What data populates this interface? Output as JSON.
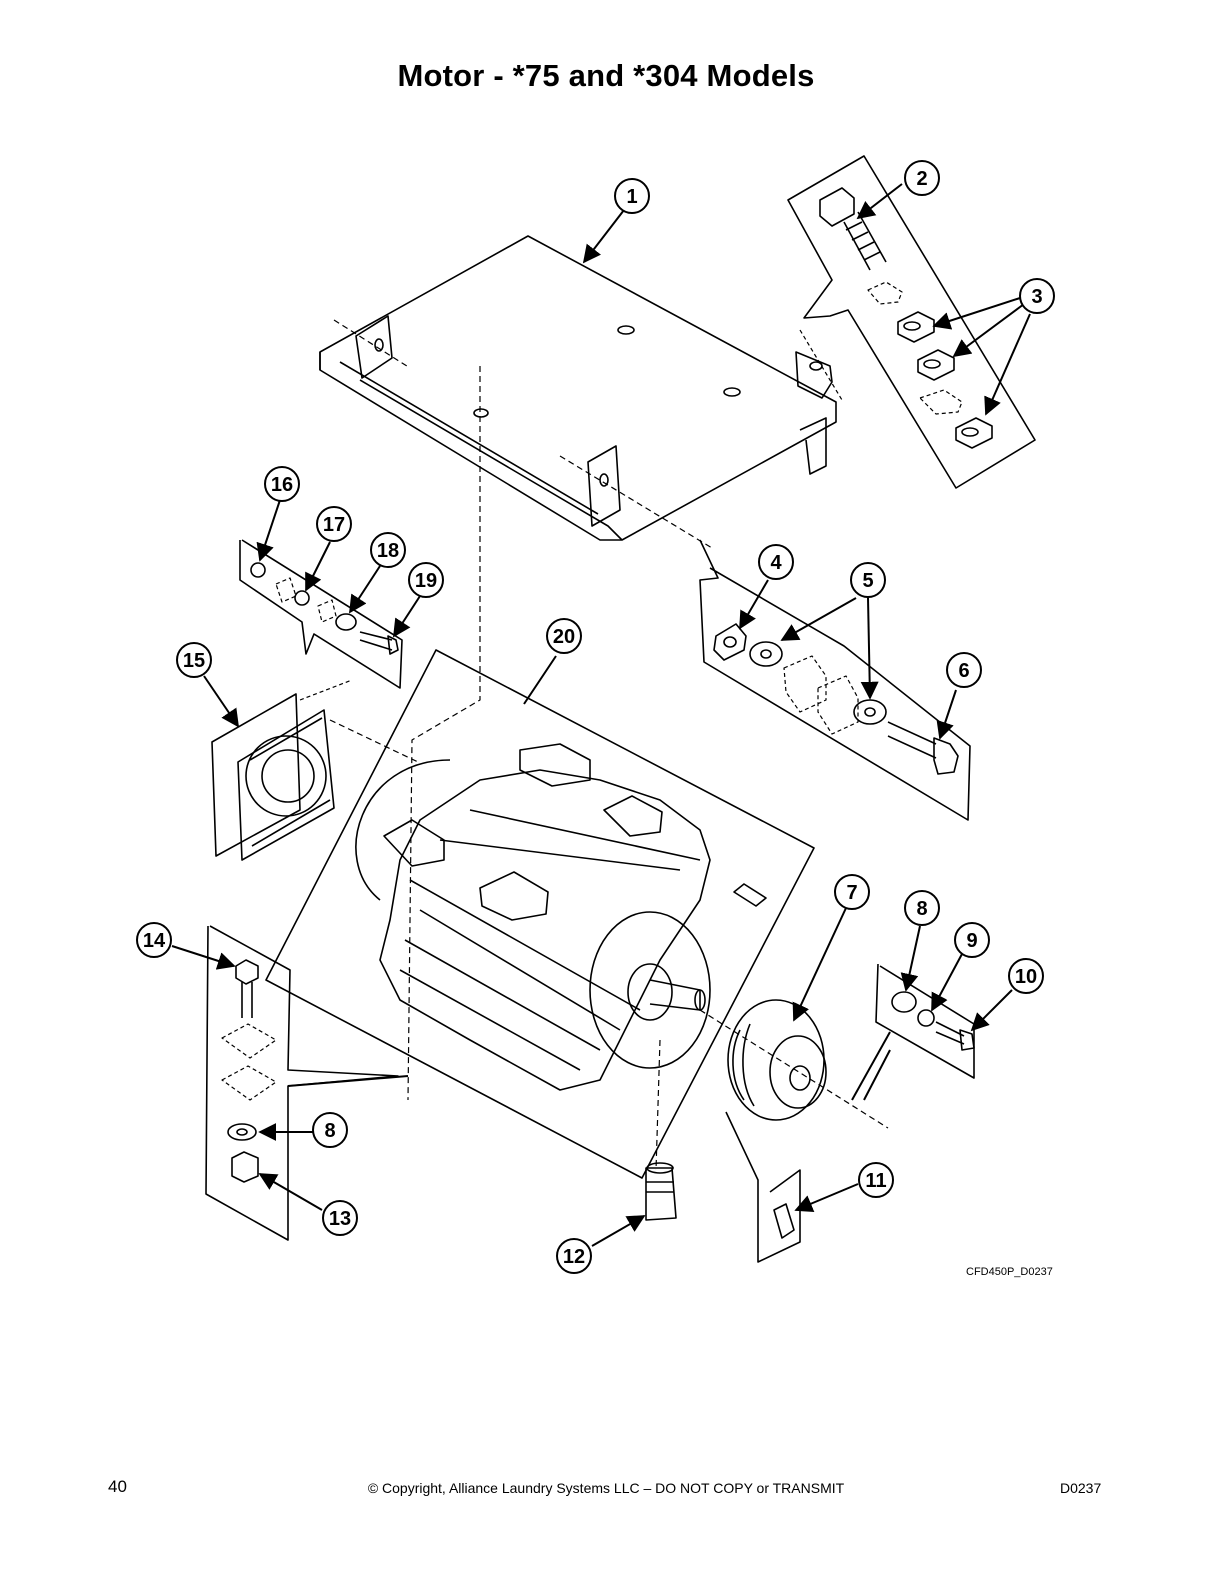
{
  "page": {
    "title": "Motor - *75 and *304 Models",
    "figure_ref": "CFD450P_D0237",
    "page_number": "40",
    "copyright": "© Copyright, Alliance Laundry Systems LLC – DO NOT COPY or TRANSMIT",
    "doc_code": "D0237"
  },
  "callouts": [
    {
      "id": "c1",
      "label": "1"
    },
    {
      "id": "c2",
      "label": "2"
    },
    {
      "id": "c3",
      "label": "3"
    },
    {
      "id": "c4",
      "label": "4"
    },
    {
      "id": "c5",
      "label": "5"
    },
    {
      "id": "c6",
      "label": "6"
    },
    {
      "id": "c7",
      "label": "7"
    },
    {
      "id": "c8a",
      "label": "8"
    },
    {
      "id": "c9",
      "label": "9"
    },
    {
      "id": "c10",
      "label": "10"
    },
    {
      "id": "c11",
      "label": "11"
    },
    {
      "id": "c12",
      "label": "12"
    },
    {
      "id": "c8b",
      "label": "8"
    },
    {
      "id": "c13",
      "label": "13"
    },
    {
      "id": "c14",
      "label": "14"
    },
    {
      "id": "c15",
      "label": "15"
    },
    {
      "id": "c16",
      "label": "16"
    },
    {
      "id": "c17",
      "label": "17"
    },
    {
      "id": "c18",
      "label": "18"
    },
    {
      "id": "c19",
      "label": "19"
    },
    {
      "id": "c20",
      "label": "20"
    }
  ]
}
